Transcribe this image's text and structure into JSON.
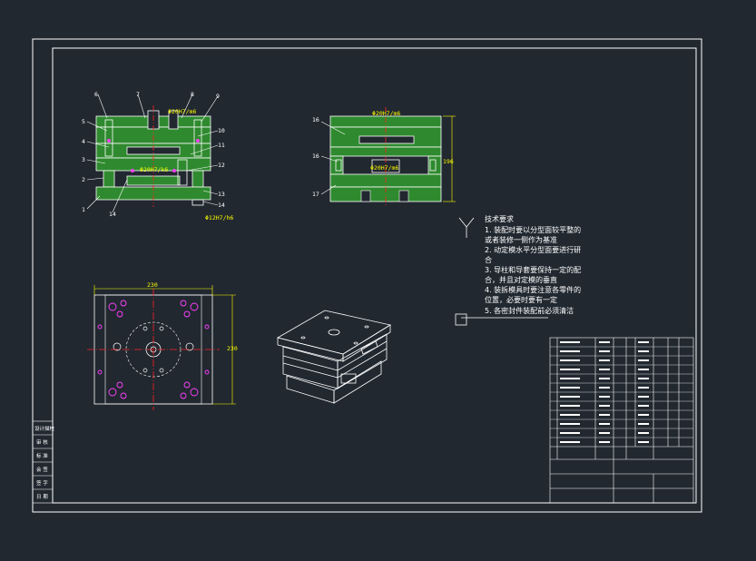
{
  "drawing": {
    "colors": {
      "background": "#212830",
      "lines": "#ffffff",
      "plate": "#2f8a2f",
      "dimension": "#ffff00",
      "centerline": "#ff2020",
      "hole": "#ff40ff"
    }
  },
  "main_view": {
    "callouts_left": [
      "5",
      "4",
      "3",
      "2",
      "1"
    ],
    "callouts_top": [
      "6",
      "7",
      "8",
      "9"
    ],
    "callouts_right": [
      "10",
      "11",
      "12",
      "13",
      "14"
    ],
    "callout_bottom_left": "14",
    "fit_top": "Φ20H7/m6",
    "fit_mid": "Φ20H7/k6",
    "fit_bottom": "Φ12H7/h6"
  },
  "side_view": {
    "callouts_left": [
      "16",
      "16",
      "17"
    ],
    "fit_top": "Φ20H7/m6",
    "fit_mid": "Φ20H7/m6",
    "height_dim": "196"
  },
  "plan_view": {
    "width_dim": "230",
    "height_dim": "230"
  },
  "tech_requirements": {
    "title": "技术要求",
    "lines": [
      "1. 装配时要以分型面较平整的",
      "或者装修一侧作为基准",
      "2. 动定模水平分型面要进行研",
      "合",
      "3. 导柱和导套要保持一定的配",
      "合，并且对定模的垂直",
      "4. 装拆模具时要注意各零件的",
      "位置，必要时要有一定",
      "5. 各密封件装配前必须清洁"
    ]
  },
  "left_strip": {
    "cells": [
      "设计描校",
      "审 核",
      "标 准",
      "会 签",
      "签 字",
      "日 期"
    ]
  }
}
